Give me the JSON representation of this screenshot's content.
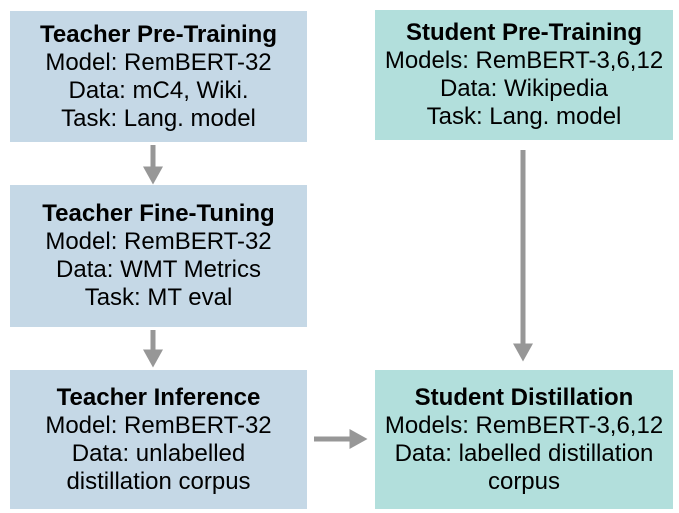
{
  "colors": {
    "teacher_box": "#c5d8e6",
    "student_box": "#b2dfdc",
    "arrow": "#979797",
    "text": "#000000",
    "background": "#ffffff"
  },
  "boxes": {
    "teacher_pretraining": {
      "title": "Teacher Pre-Training",
      "lines": [
        "Model: RemBERT-32",
        "Data: mC4, Wiki.",
        "Task: Lang. model"
      ]
    },
    "teacher_finetuning": {
      "title": "Teacher Fine-Tuning",
      "lines": [
        "Model: RemBERT-32",
        "Data: WMT Metrics",
        "Task: MT eval"
      ]
    },
    "teacher_inference": {
      "title": "Teacher Inference",
      "lines": [
        "Model: RemBERT-32",
        "Data: unlabelled",
        "distillation corpus"
      ]
    },
    "student_pretraining": {
      "title": "Student Pre-Training",
      "lines": [
        "Models: RemBERT-3,6,12",
        "Data: Wikipedia",
        "Task: Lang. model"
      ]
    },
    "student_distillation": {
      "title": "Student Distillation",
      "lines": [
        "Models: RemBERT-3,6,12",
        "Data: labelled distillation",
        "corpus"
      ]
    }
  },
  "arrows": [
    {
      "name": "teacher-pretraining-to-finetuning",
      "direction": "down"
    },
    {
      "name": "teacher-finetuning-to-inference",
      "direction": "down"
    },
    {
      "name": "student-pretraining-to-distillation",
      "direction": "down"
    },
    {
      "name": "teacher-inference-to-student-distillation",
      "direction": "right"
    }
  ]
}
